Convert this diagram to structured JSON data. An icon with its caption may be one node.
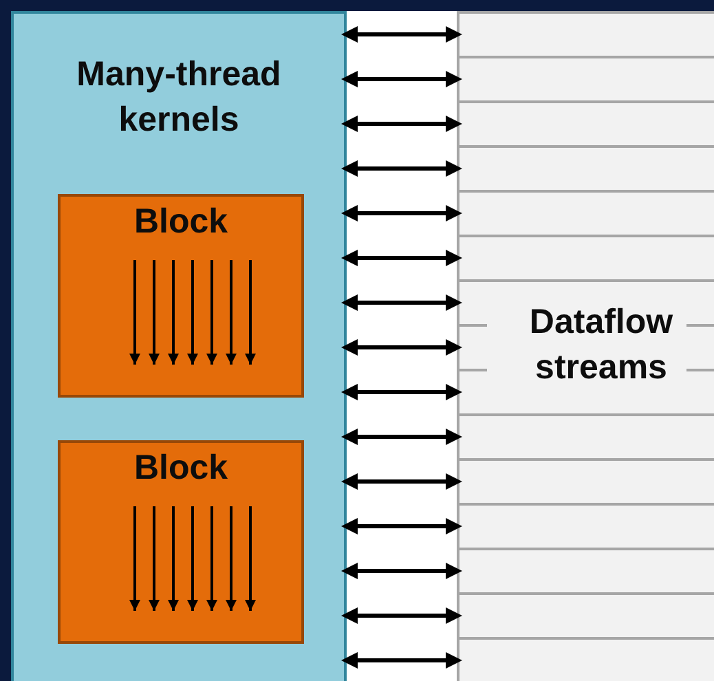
{
  "diagram": {
    "nodes": [
      {
        "text": [
          "Many-thread kernels"
        ]
      },
      {
        "text": [
          "Block"
        ],
        "in": 0
      },
      {
        "text": [
          "Block"
        ],
        "in": 0
      },
      {
        "text": [
          "Dataflow streams"
        ]
      }
    ],
    "edges": [
      {
        "from": 0,
        "to": 3,
        "arrow": "both"
      },
      {
        "from": 0,
        "to": 3,
        "arrow": "both"
      },
      {
        "from": 0,
        "to": 3,
        "arrow": "both"
      },
      {
        "from": 0,
        "to": 3,
        "arrow": "both"
      },
      {
        "from": 0,
        "to": 3,
        "arrow": "both"
      },
      {
        "from": 0,
        "to": 3,
        "arrow": "both"
      },
      {
        "from": 0,
        "to": 3,
        "arrow": "both"
      },
      {
        "from": 0,
        "to": 3,
        "arrow": "both"
      },
      {
        "from": 0,
        "to": 3,
        "arrow": "both"
      },
      {
        "from": 0,
        "to": 3,
        "arrow": "both"
      },
      {
        "from": 0,
        "to": 3,
        "arrow": "both"
      },
      {
        "from": 0,
        "to": 3,
        "arrow": "both"
      },
      {
        "from": 0,
        "to": 3,
        "arrow": "both"
      },
      {
        "from": 0,
        "to": 3,
        "arrow": "both"
      },
      {
        "from": 0,
        "to": 3,
        "arrow": "both"
      }
    ]
  }
}
